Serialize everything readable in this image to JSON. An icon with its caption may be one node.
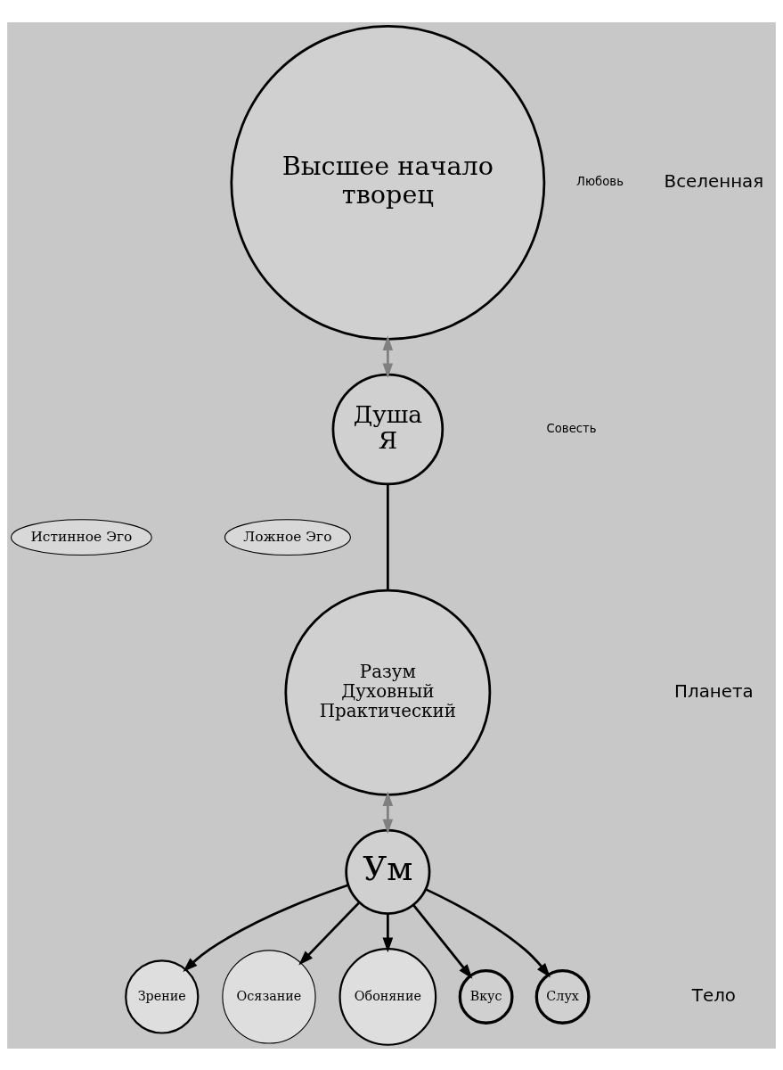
{
  "diagram": {
    "nodes": [
      {
        "text": [
          "Высшее начало",
          "творец"
        ]
      },
      {
        "text": [
          "Душа",
          "Я"
        ]
      },
      {
        "text": [
          "Истинное Эго"
        ]
      },
      {
        "text": [
          "Ложное Эго"
        ]
      },
      {
        "text": [
          "Разум",
          "Духовный",
          "Практический"
        ]
      },
      {
        "text": [
          "Ум"
        ]
      },
      {
        "text": [
          "Зрение"
        ]
      },
      {
        "text": [
          "Осязание"
        ]
      },
      {
        "text": [
          "Обоняние"
        ]
      },
      {
        "text": [
          "Вкус"
        ]
      },
      {
        "text": [
          "Слух"
        ]
      }
    ],
    "edges": [
      {
        "from": 0,
        "to": 1,
        "arrow": "both",
        "color": "#808080"
      },
      {
        "from": 1,
        "to": 4,
        "arrow": "none"
      },
      {
        "from": 4,
        "to": 5,
        "arrow": "both",
        "color": "#808080"
      },
      {
        "from": 5,
        "to": 6,
        "arrow": "to"
      },
      {
        "from": 5,
        "to": 7,
        "arrow": "to"
      },
      {
        "from": 5,
        "to": 8,
        "arrow": "to"
      },
      {
        "from": 5,
        "to": 9,
        "arrow": "to"
      },
      {
        "from": 5,
        "to": 10,
        "arrow": "to"
      }
    ],
    "labels": [
      "Любовь",
      "Совесть",
      "Вселенная",
      "Планета",
      "Тело"
    ]
  }
}
